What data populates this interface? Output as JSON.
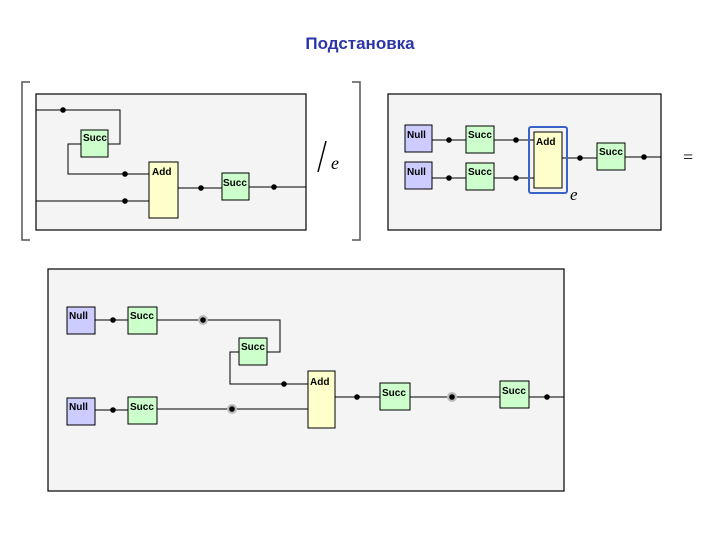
{
  "title": "Подстановка",
  "labels": {
    "succ": "Succ",
    "add": "Add",
    "null": "Null",
    "var_e": "e",
    "equals": "="
  },
  "colors": {
    "title": "#2b35a8",
    "succ_fill": "#ccffcc",
    "add_fill": "#ffffcc",
    "null_fill": "#ccccff",
    "panel_fill": "#f4f4f4",
    "highlight": "#3a63c9"
  }
}
